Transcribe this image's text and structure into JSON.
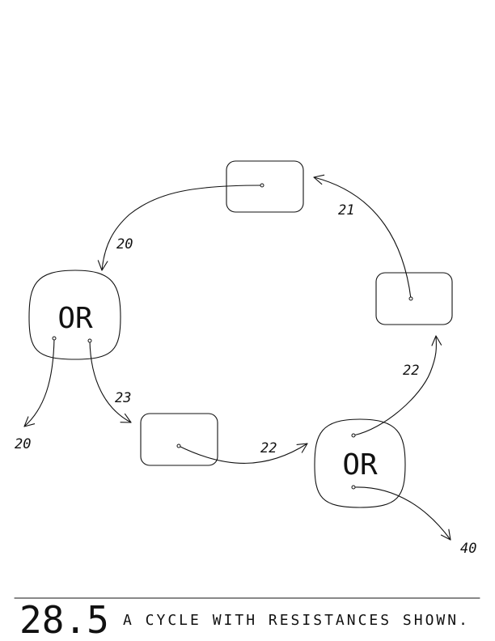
{
  "diagram": {
    "nodes": [
      {
        "id": "top-box",
        "label": ""
      },
      {
        "id": "right-box",
        "label": ""
      },
      {
        "id": "left-or",
        "label": "OR"
      },
      {
        "id": "bottom-box",
        "label": ""
      },
      {
        "id": "bottom-or",
        "label": "OR"
      }
    ],
    "edges": [
      {
        "from": "top-box",
        "to": "left-or",
        "resistance": "20"
      },
      {
        "from": "right-box",
        "to": "top-box",
        "resistance": "21"
      },
      {
        "from": "bottom-or",
        "to": "right-box",
        "resistance": "22"
      },
      {
        "from": "left-or",
        "to": "bottom-box",
        "resistance": "23"
      },
      {
        "from": "bottom-box",
        "to": "bottom-or",
        "resistance": "22"
      },
      {
        "from": "left-or",
        "to": "",
        "resistance": "20"
      },
      {
        "from": "bottom-or",
        "to": "",
        "resistance": "40"
      }
    ]
  },
  "figure": {
    "number": "28.5",
    "caption": "A CYCLE WITH RESISTANCES SHOWN."
  }
}
